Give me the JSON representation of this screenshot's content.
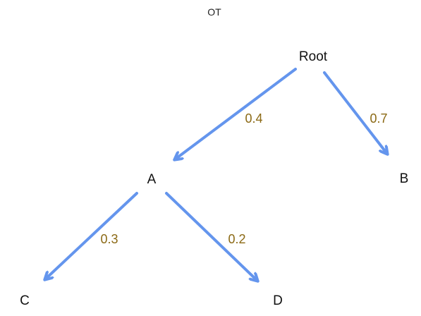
{
  "diagram": {
    "title": "OT",
    "colors": {
      "edge": "#6495ED",
      "edge_label": "#8B6914"
    },
    "nodes": [
      {
        "id": "root",
        "label": "Root"
      },
      {
        "id": "a",
        "label": "A"
      },
      {
        "id": "b",
        "label": "B"
      },
      {
        "id": "c",
        "label": "C"
      },
      {
        "id": "d",
        "label": "D"
      }
    ],
    "edges": [
      {
        "from": "root",
        "to": "a",
        "label": "0.4"
      },
      {
        "from": "root",
        "to": "b",
        "label": "0.7"
      },
      {
        "from": "a",
        "to": "c",
        "label": "0.3"
      },
      {
        "from": "a",
        "to": "d",
        "label": "0.2"
      }
    ]
  }
}
